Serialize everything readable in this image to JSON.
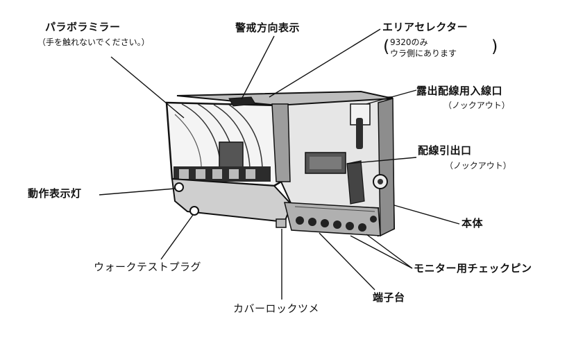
{
  "labels": {
    "parabola_mirror": "パラボラミラー",
    "parabola_mirror_note": "（手を触れないでください。）",
    "alarm_direction": "警戒方向表示",
    "area_selector": "エリアセレクター",
    "area_selector_note_1": "9320のみ",
    "area_selector_note_2": "ウラ側にあります",
    "exposed_wiring_entry": "露出配線用入線口",
    "exposed_wiring_entry_note": "（ノックアウト）",
    "wiring_outlet": "配線引出口",
    "wiring_outlet_note": "（ノックアウト）",
    "operation_lamp": "動作表示灯",
    "main_body": "本体",
    "walk_test_plug": "ウォークテストプラグ",
    "monitor_check_pin": "モニター用チェックピン",
    "cover_lock_claw": "カバーロックツメ",
    "terminal_block": "端子台"
  },
  "colors": {
    "ink": "#111111",
    "device_fill": "#d9d9d9",
    "device_shadow": "#9a9a9a",
    "device_dark": "#3a3a3a",
    "background": "#ffffff"
  }
}
